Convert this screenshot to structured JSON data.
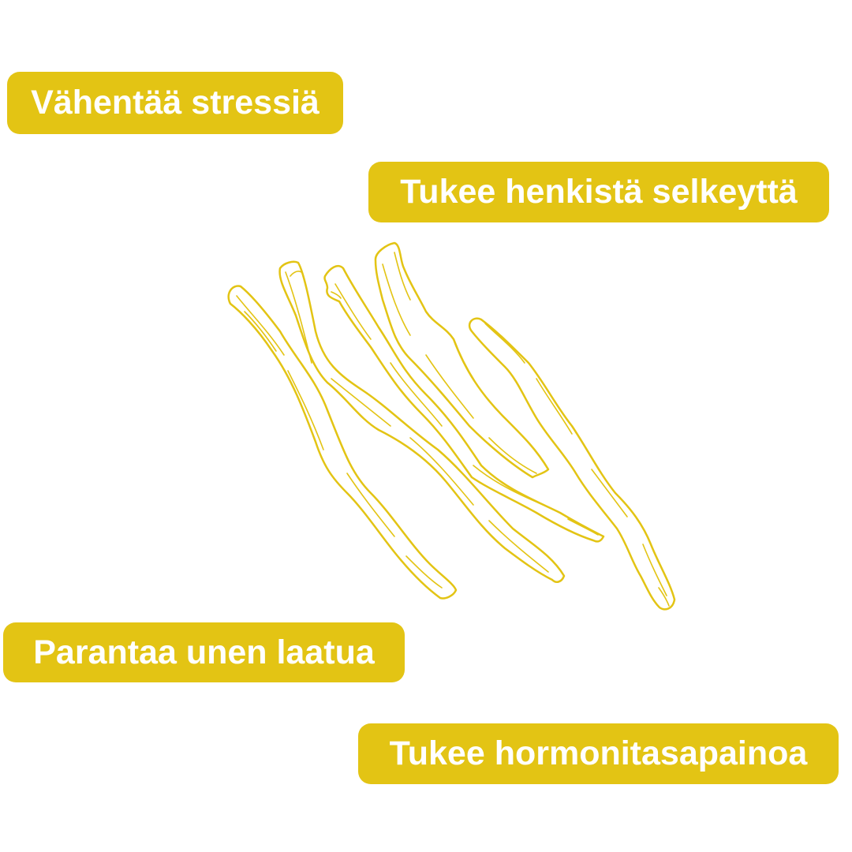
{
  "labels": [
    {
      "text": "Vähentää stressiä"
    },
    {
      "text": "Tukee henkistä selkeyttä"
    },
    {
      "text": "Parantaa unen laatua"
    },
    {
      "text": "Tukee hormonitasapainoa"
    }
  ],
  "colors": {
    "accent": "#E3C414",
    "background": "#ffffff",
    "text": "#ffffff"
  },
  "illustration": {
    "icon": "root-sticks-icon"
  }
}
